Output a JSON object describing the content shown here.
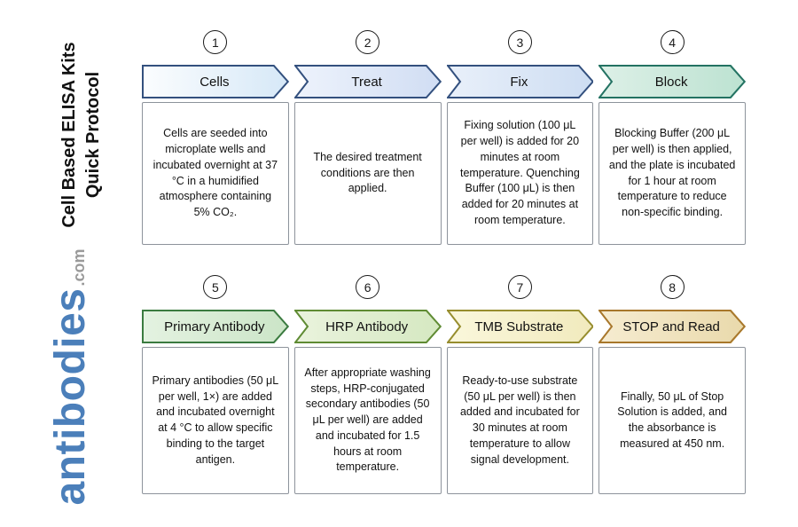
{
  "brand": {
    "title_line1": "Cell Based ELISA Kits",
    "title_line2": "Quick Protocol",
    "logo_main": "antibodies",
    "logo_suffix": ".com",
    "logo_color": "#4b7fba",
    "logo_suffix_color": "#9a9a9a"
  },
  "steps": [
    {
      "number": "1",
      "label": "Cells",
      "description": "Cells are seeded into microplate wells and incubated overnight at 37 °C in a humidified atmosphere containing 5% CO₂.",
      "fill1": "#fbfdfe",
      "fill2": "#d6e8f7",
      "border": "#33507e"
    },
    {
      "number": "2",
      "label": "Treat",
      "description": "The desired treatment conditions are then applied.",
      "fill1": "#eef3fc",
      "fill2": "#d0ddf3",
      "border": "#33507e"
    },
    {
      "number": "3",
      "label": "Fix",
      "description": "Fixing solution (100 μL per well) is added for 20 minutes at room temperature. Quenching Buffer (100 μL) is then added for 20 minutes at room temperature.",
      "fill1": "#e9f0fa",
      "fill2": "#cdddf2",
      "border": "#33507e"
    },
    {
      "number": "4",
      "label": "Block",
      "description": "Blocking Buffer (200 μL per well) is then applied, and the plate is incubated for 1 hour at room temperature to reduce non-specific binding.",
      "fill1": "#ddf0e7",
      "fill2": "#bce2d1",
      "border": "#237262"
    },
    {
      "number": "5",
      "label": "Primary Antibody",
      "description": "Primary antibodies (50 μL per well, 1×) are added and incubated overnight at 4 °C to allow specific binding to the target antigen.",
      "fill1": "#e4f2e1",
      "fill2": "#cbe5c7",
      "border": "#3b7b40"
    },
    {
      "number": "6",
      "label": "HRP Antibody",
      "description": "After appropriate washing steps, HRP-conjugated secondary antibodies (50 μL per well) are added and incubated for 1.5 hours at room temperature.",
      "fill1": "#eaf3dd",
      "fill2": "#d5e8c1",
      "border": "#5f8b33"
    },
    {
      "number": "7",
      "label": "TMB Substrate",
      "description": "Ready-to-use substrate (50 μL per well) is then added and incubated for 30 minutes at room temperature to allow signal development.",
      "fill1": "#faf7dc",
      "fill2": "#f1eabd",
      "border": "#978d2e"
    },
    {
      "number": "8",
      "label": "STOP and Read",
      "description": "Finally, 50 μL of Stop Solution is added, and the absorbance is measured at 450 nm.",
      "fill1": "#f6ecd1",
      "fill2": "#e9d9ab",
      "border": "#a8772b"
    }
  ]
}
